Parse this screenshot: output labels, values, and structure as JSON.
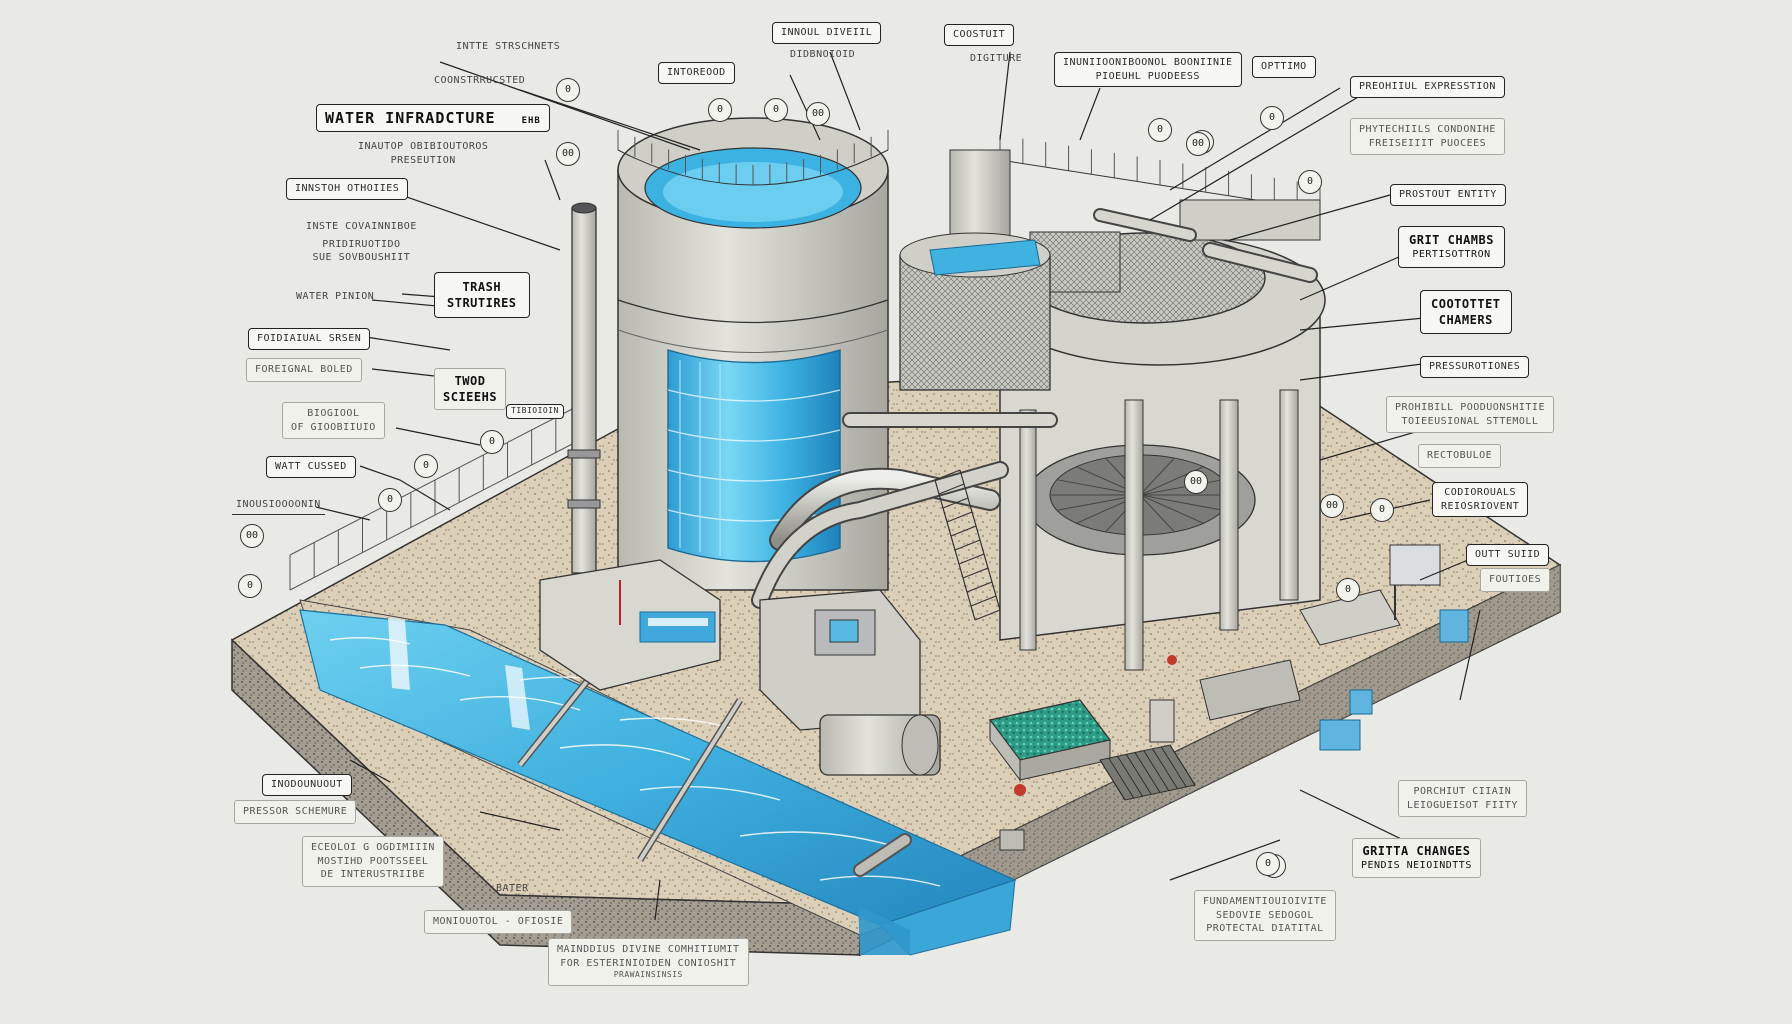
{
  "labels": {
    "title": "WATER INFRADCTURE",
    "title_suffix": "ЕНB",
    "intake_structures": "INTTE STRSCHNETS",
    "constructed": "COONSTRRUCSTED",
    "subtitle_1": "INAUTOP OBIBIOUTOROS",
    "subtitle_2": "PRESEUTION",
    "intake_stations": "INNSTOH OTHOIIES",
    "under_1": "INSTE COVAINNIBOE",
    "under_2": "PRIDIRUOTIDO",
    "under_3": "SUE SOVBOUSHIIT",
    "water_pinion": "WATER PINION",
    "trash_structures_1": "TRASH",
    "trash_structures_2": "STRUTIRES",
    "foundation_screen": "FOIDIAIUAL SRSEN",
    "formal_zone": "FOREIGNAL BOLED",
    "two_screens_1": "TWOD",
    "two_screens_2": "SCIEEHS",
    "small_tag": "TIBIOIOIN",
    "biological_1": "BIOGIOOL",
    "biological_2": "OF GIOOBIIUIO",
    "water_guard": "WATT CUSSED",
    "ground_line": "INOUSIOOOONIN",
    "top_box_1": "INNOUL DIVEIIL",
    "top_box_2": "DIDBNOIOID",
    "top_left_tag": "INTOREOOD",
    "contour": "COOSTUIT",
    "digitiure": "DIGITURE",
    "environmental_1": "INUNIIOONIBOONOL BOONIINIE",
    "environmental_2": "PIOEUHL PUODEESS",
    "optimo": "OPTTIMO",
    "preliminary_1": "PREOHIIUL EXPRESSTION",
    "physical_1": "PHYTECHIILS CONDONIHE",
    "physical_2": "FREISEIIIT PUOCEES",
    "pressure_entry": "PROSTOUT ENTITY",
    "grit_chamber_1": "GRIT CHAMBS",
    "grit_chamber_2": "PERTISOTTRON",
    "contact_1": "COOTOTTET",
    "contact_2": "CHAMERS",
    "pressurization": "PRESSUROTIONES",
    "process_1": "PROHIBILL POODUONSHITIE",
    "process_2": "TOIEEUSIONAL STTEMOLL",
    "rectangular": "RECTOBULOE",
    "controls_1": "CODIOROUALS",
    "controls_2": "REIOSRIOVENT",
    "outlet_guard": "OUTT SUIID",
    "fountains": "FOUTIOES",
    "procedural_1": "PORCHIUT CIIAIN",
    "procedural_2": "LEIOGUEISOT FIITY",
    "grit_change_1": "GRITTA CHANGES",
    "grit_change_2": "PENDIS NEIOINDTTS",
    "fundamental_1": "FUNDAMENTIOUIOIVITE",
    "fundamental_2": "SEDOVIE SEDOGOL",
    "fundamental_3": "PROTECTAL DIATITAL",
    "monument": "INODOUNUOUT",
    "pressure_control": "PRESSOR SCHEMURE",
    "ecological_1": "ECEOLOI G OGDIMIIIN",
    "ecological_2": "MOSTIHD POOTSSEEL",
    "ecological_3": "DE INTERUSTRIIBE",
    "water_tag": "BATER",
    "monitoring": "MONIOUOTOL - OFIOSIE",
    "bottom_1": "MAINDDIUS DIVINE COMHITIUMIT",
    "bottom_2": "FOR ESTERINIOIDEN CONIOSHIT",
    "bottom_3": "PRAWAINSINSIS"
  },
  "markers": [
    "0",
    "0",
    "0",
    "00",
    "00",
    "0",
    "0",
    "0",
    "00",
    "0",
    "0",
    "0",
    "00",
    "0",
    "0",
    "0",
    "00",
    "0",
    "00",
    "0",
    "0"
  ],
  "colors": {
    "background": "#e9eae5",
    "water": "#4fb9e0",
    "water_dark": "#2591c4",
    "concrete": "#d3d3cc",
    "steel": "#aeb0ac",
    "gravel": "#d9cdb6",
    "filter_green": "#2e9c86",
    "ink": "#222222"
  }
}
